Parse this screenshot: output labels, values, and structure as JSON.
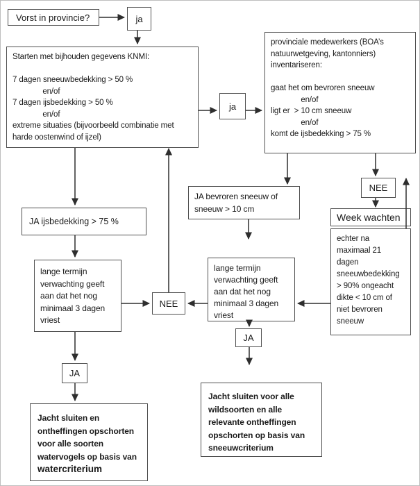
{
  "colors": {
    "background": "#ffffff",
    "box_border": "#4f4f4f",
    "arrow": "#2e2e2e",
    "text": "#1a1a1a",
    "frame": "#bdbdbd"
  },
  "nodes": {
    "vorst": {
      "label": "Vorst in provincie?"
    },
    "ja_top": {
      "label": "ja"
    },
    "knmi": {
      "text": "Starten met bijhouden gegevens KNMI:\n\n7 dagen sneeuwbedekking > 50 %\n              en/of\n7 dagen ijsbedekking > 50 %\n              en/of\nextreme situaties (bijvoorbeeld combinatie met harde oostenwind of ijzel)"
    },
    "ja_mid": {
      "label": "ja"
    },
    "prov": {
      "text": "provinciale medewerkers (BOA’s\nnatuurwetgeving, kantonniers)\ninventariseren:\n\ngaat het om bevroren sneeuw\n              en/of\nligt er  > 10 cm sneeuw\n              en/of\nkomt de ijsbedekking > 75 %"
    },
    "nee_rechts": {
      "label": "NEE"
    },
    "week": {
      "label": "Week wachten"
    },
    "echter": {
      "text": "echter na\nmaximaal 21\ndagen\nsneeuwbedekking\n> 90% ongeacht\ndikte < 10 cm of\nniet bevroren\nsneeuw"
    },
    "ja_bevroren": {
      "text": "JA bevroren sneeuw of\nsneeuw > 10 cm"
    },
    "ja_ijs": {
      "label": "JA ijsbedekking > 75 %"
    },
    "lange_links": {
      "text": "lange termijn\nverwachting geeft\naan dat het nog\nminimaal 3 dagen\nvriest"
    },
    "nee_mid": {
      "label": "NEE"
    },
    "lange_rechts": {
      "text": "lange termijn\nverwachting geeft\naan dat het nog\nminimaal 3 dagen\nvriest"
    },
    "ja_onder": {
      "label": "JA"
    },
    "ja_links": {
      "label": "JA"
    },
    "jacht_water": {
      "text": "Jacht sluiten en\nontheffingen opschorten\nvoor alle soorten\nwatervogels op basis van",
      "strong": "watercriterium"
    },
    "jacht_sneeuw": {
      "text": "Jacht sluiten voor alle\nwildsoorten en alle\nrelevante ontheffingen\nopschorten op basis van\nsneeuwcriterium"
    }
  },
  "edges": [
    {
      "from": "vorst",
      "to": "ja_top"
    },
    {
      "from": "ja_top",
      "to": "knmi"
    },
    {
      "from": "knmi",
      "to": "ja_mid"
    },
    {
      "from": "ja_mid",
      "to": "prov"
    },
    {
      "from": "prov",
      "to": "ja_bevroren"
    },
    {
      "from": "prov",
      "to": "nee_rechts"
    },
    {
      "from": "nee_rechts",
      "to": "week"
    },
    {
      "from": "week",
      "to": "prov"
    },
    {
      "from": "ja_bevroren",
      "to": "lange_rechts"
    },
    {
      "from": "knmi",
      "to": "ja_ijs"
    },
    {
      "from": "ja_ijs",
      "to": "lange_links"
    },
    {
      "from": "lange_links",
      "to": "nee_mid"
    },
    {
      "from": "lange_rechts",
      "to": "nee_mid"
    },
    {
      "from": "echter",
      "to": "lange_rechts"
    },
    {
      "from": "nee_mid",
      "to": "knmi"
    },
    {
      "from": "lange_links",
      "to": "ja_links"
    },
    {
      "from": "ja_links",
      "to": "jacht_water"
    },
    {
      "from": "lange_rechts",
      "to": "ja_onder"
    },
    {
      "from": "ja_onder",
      "to": "jacht_sneeuw"
    }
  ]
}
